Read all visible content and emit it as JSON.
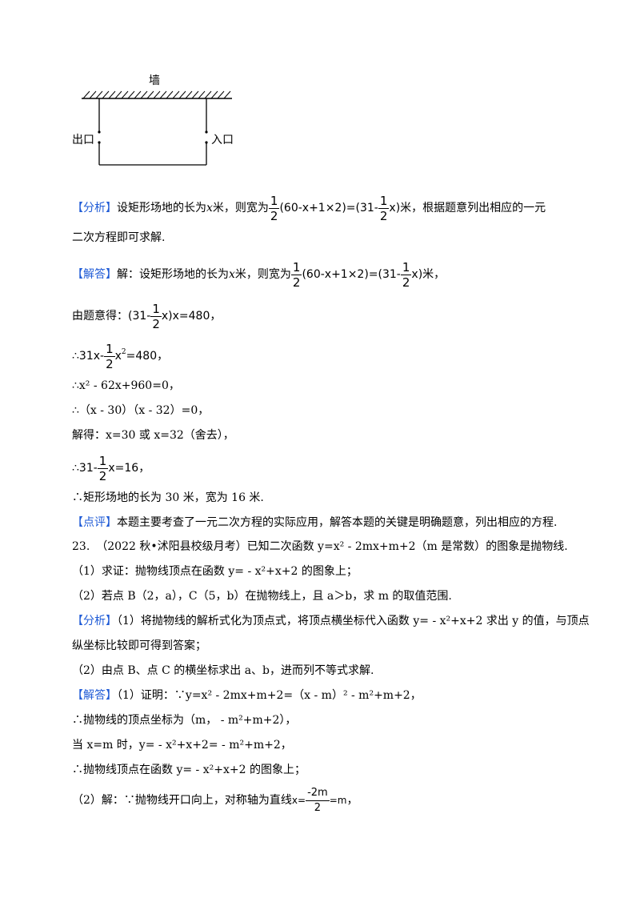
{
  "diagram": {
    "wall_label": "墙",
    "exit_label": "出口",
    "entrance_label": "入口"
  },
  "p1": {
    "tag": "【分析】",
    "text_a": "设矩形场地的长为",
    "var_x": "x",
    "text_b": "米，则宽为",
    "expr_num": "1",
    "expr_den": "2",
    "expr_mid": "(60-x+1×2)=(31-",
    "expr_end": "x)",
    "text_c": "米，根据题意列出相应的一元",
    "line2": "二次方程即可求解."
  },
  "p2": {
    "tag": "【解答】",
    "text_a": "解：设矩形场地的长为",
    "var_x": "x",
    "text_b": "米，则宽为",
    "expr_num": "1",
    "expr_den": "2",
    "expr_mid": "(60-x+1×2)=(31-",
    "expr_end": "x)",
    "text_c": "米，"
  },
  "p3": {
    "text": "由题意得：",
    "expr_a": "(31-",
    "num": "1",
    "den": "2",
    "expr_b": "x)x=480",
    "comma": "，"
  },
  "p4": {
    "therefore": "∴",
    "expr_a": "31x-",
    "num": "1",
    "den": "2",
    "expr_b": "x",
    "sup": "2",
    "expr_c": "=480",
    "comma": "，"
  },
  "p5": {
    "text": "∴x² - 62x+960=0，"
  },
  "p6": {
    "text": "∴（x - 30）（x - 32）=0，"
  },
  "p7": {
    "text": "解得：x=30 或 x=32（舍去），"
  },
  "p8": {
    "therefore": "∴",
    "expr_a": "31-",
    "num": "1",
    "den": "2",
    "expr_b": "x=16",
    "comma": "，"
  },
  "p9": {
    "text": "∴矩形场地的长为 30 米，宽为 16 米."
  },
  "p10": {
    "tag": "【点评】",
    "text": "本题主要考查了一元二次方程的实际应用，解答本题的关键是明确题意，列出相应的方程."
  },
  "q23": {
    "number": "23.",
    "source": "（2022 秋•沭阳县校级月考）",
    "text": "已知二次函数 y=x² - 2mx+m+2（m 是常数）的图象是抛物线.",
    "part1": "（1）求证：抛物线顶点在函数 y= - x²+x+2 的图象上；",
    "part2": "（2）若点 B（2，a），C（5，b）在抛物线上，且 a＞b，求 m 的取值范围."
  },
  "a23": {
    "analysis_tag": "【分析】",
    "analysis_1": "（1）将抛物线的解析式化为顶点式，将顶点横坐标代入函数 y= - x²+x+2 求出 y 的值，与顶点",
    "analysis_2": "纵坐标比较即可得到答案；",
    "analysis_3": "（2）由点 B、点 C 的横坐标求出 a、b，进而列不等式求解.",
    "solution_tag": "【解答】",
    "solution_1": "（1）证明：∵y=x² - 2mx+m+2=（x - m）² - m²+m+2，",
    "solution_2": "∴抛物线的顶点坐标为（m， - m²+m+2），",
    "solution_3": "当 x=m 时，y= - x²+x+2= - m²+m+2，",
    "solution_4": "∴抛物线顶点在函数 y= - x²+x+2 的图象上；",
    "solution_5_text": "（2）解：∵抛物线开口向上，对称轴为直线",
    "solution_5_lhs": "x=",
    "solution_5_num": "-2m",
    "solution_5_den": "2",
    "solution_5_rhs": "=m",
    "solution_5_end": "，"
  }
}
